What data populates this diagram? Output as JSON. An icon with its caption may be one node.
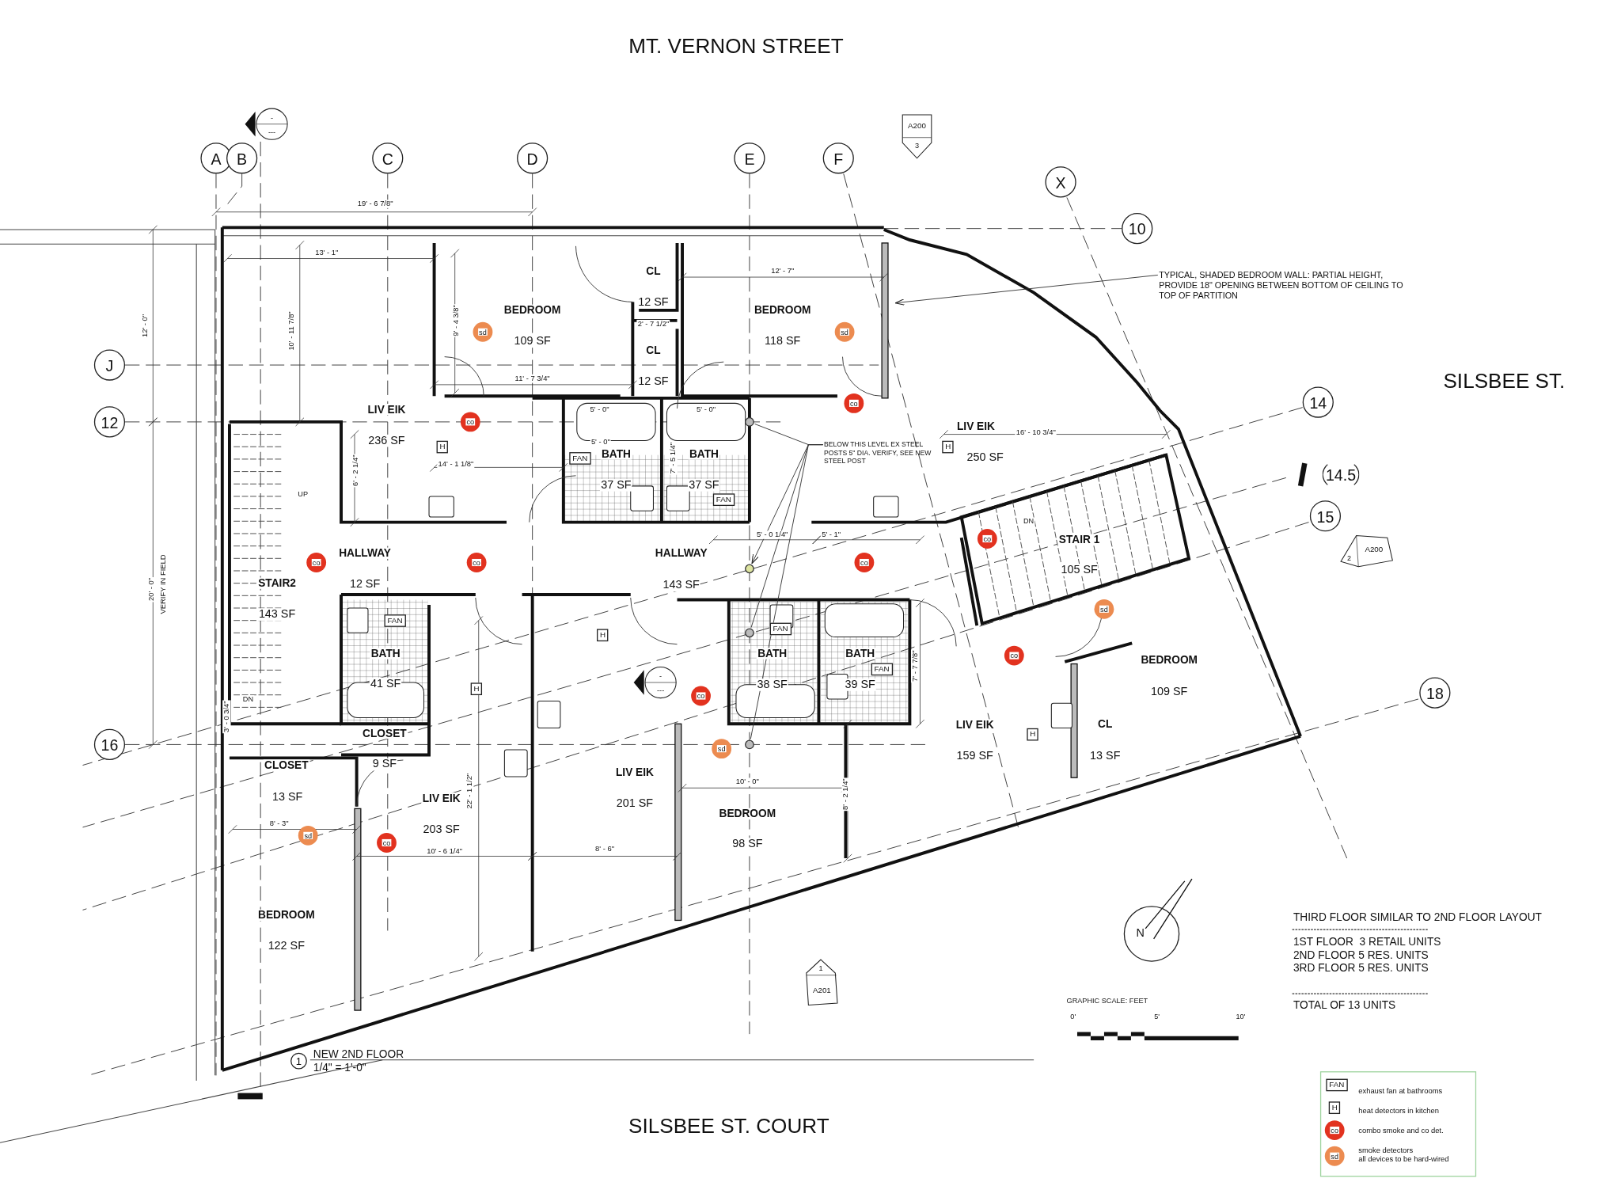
{
  "diagram": {
    "nodes": [
      {
        "text": [
          "-",
          "---"
        ]
      },
      {
        "text": [
          "A200",
          "3"
        ]
      },
      {
        "text": [
          "A"
        ]
      },
      {
        "text": [
          "B"
        ]
      },
      {
        "text": [
          "C"
        ]
      },
      {
        "text": [
          "D"
        ]
      },
      {
        "text": [
          "E"
        ]
      },
      {
        "text": [
          "F"
        ]
      },
      {
        "text": [
          "X"
        ]
      },
      {
        "text": [
          "10"
        ]
      },
      {
        "text": [
          "TYPICAL, SHADED BEDROOM WALL: PARTIAL HEIGHT, PROVIDE 18\" OPENING BETWEEN BOTTOM OF CEILING TO TOP OF PARTITION"
        ]
      },
      {
        "text": [
          "J"
        ]
      },
      {
        "text": [
          "sd"
        ]
      },
      {
        "text": [
          "sd"
        ]
      },
      {
        "text": [
          "co"
        ]
      },
      {
        "text": [
          "14"
        ]
      },
      {
        "text": [
          "12"
        ]
      },
      {
        "text": [
          "co"
        ]
      },
      {
        "text": [
          "H"
        ]
      },
      {
        "text": [
          "FAN"
        ]
      },
      {
        "text": [
          "BELOW THIS LEVEL EX STEEL POSTS 5\" DIA. VERIFY, SEE NEW STEEL POST"
        ]
      },
      {
        "text": [
          "H"
        ]
      },
      {
        "text": [
          "14.5"
        ]
      },
      {
        "text": [
          "FAN"
        ]
      },
      {
        "text": [
          "15"
        ]
      },
      {
        "text": [
          "co"
        ]
      },
      {
        "text": [
          "A200",
          "2"
        ]
      },
      {
        "text": [
          "co"
        ]
      },
      {
        "text": [
          "co"
        ]
      },
      {
        "text": [
          "co"
        ]
      },
      {
        "text": [
          "sd"
        ]
      },
      {
        "text": [
          "FAN"
        ]
      },
      {
        "text": [
          "FAN"
        ]
      },
      {
        "text": [
          "H"
        ]
      },
      {
        "text": [
          "co"
        ]
      },
      {
        "text": [
          "FAN"
        ]
      },
      {
        "text": [
          "-",
          "---"
        ]
      },
      {
        "text": [
          "H"
        ]
      },
      {
        "text": [
          "18"
        ]
      },
      {
        "text": [
          "co"
        ]
      },
      {
        "text": [
          "H"
        ]
      },
      {
        "text": [
          "16"
        ]
      },
      {
        "text": [
          "sd"
        ]
      },
      {
        "text": [
          "sd"
        ]
      },
      {
        "text": [
          "co"
        ]
      },
      {
        "text": [
          "N"
        ]
      },
      {
        "text": [
          "1",
          "A201"
        ]
      },
      {
        "text": [
          "1"
        ],
        "beside": [
          "NEW 2ND FLOOR",
          "1/4\" = 1'-0\""
        ]
      },
      {
        "text": [
          "FAN"
        ]
      },
      {
        "text": [
          "H"
        ]
      },
      {
        "text": [
          "co"
        ]
      },
      {
        "text": [
          "sd"
        ]
      },
      {
        "text": [],
        "shape": "circle"
      },
      {
        "text": [],
        "shape": "circle"
      },
      {
        "text": [],
        "shape": "circle"
      },
      {
        "text": [],
        "shape": "circle"
      }
    ],
    "edges": [
      {
        "from": 10,
        "to": null,
        "arrow": "to"
      },
      {
        "from": 20,
        "to": 52,
        "arrow": "none"
      },
      {
        "from": 20,
        "to": 53,
        "arrow": "to"
      },
      {
        "from": 20,
        "to": 54,
        "arrow": "none"
      },
      {
        "from": 20,
        "to": 55,
        "arrow": "none"
      }
    ],
    "labels": [
      "MT. VERNON STREET",
      "19' - 6 7/8\"",
      "13' - 1\"",
      "CL",
      "12' - 7\"",
      "12 SF",
      "BEDROOM",
      "BEDROOM",
      "2' - 7 1/2\"",
      "12' - 0\"",
      "10' - 11 7/8\"",
      "9' - 4 3/8\"",
      "109 SF",
      "118 SF",
      "CL",
      "11' - 7 3/4\"",
      "12 SF",
      "SILSBEE ST.",
      "LIV EIK",
      "5' - 0\"",
      "5' - 0\"",
      "LIV EIK",
      "16' - 10 3/4\"",
      "236 SF",
      "5' - 0\"",
      "BATH",
      "BATH",
      "7' - 5 1/4\"",
      "250 SF",
      "14' - 1 1/8\"",
      "6' - 2 1/4\"",
      "37 SF",
      "37 SF",
      "UP",
      "DN",
      "5' - 0 1/4\"",
      "5' - 1\"",
      "STAIR 1",
      "HALLWAY",
      "HALLWAY",
      "105 SF",
      "STAIR2",
      "12 SF",
      "143 SF",
      "20' - 0\"",
      "VERIFY IN FIELD",
      "143 SF",
      "BATH",
      "BATH",
      "BATH",
      "BEDROOM",
      "7' - 7 7/8\"",
      "41 SF",
      "38 SF",
      "39 SF",
      "109 SF",
      "DN",
      "3' - 0 3/4\"",
      "LIV EIK",
      "CL",
      "CLOSET",
      "159 SF",
      "13 SF",
      "CLOSET",
      "9 SF",
      "LIV EIK",
      "10' - 0\"",
      "22' - 1 1/2\"",
      "8' - 2 1/4\"",
      "13 SF",
      "LIV EIK",
      "201 SF",
      "BEDROOM",
      "8' - 3\"",
      "203 SF",
      "98 SF",
      "10' - 6 1/4\"",
      "8' - 6\"",
      "BEDROOM",
      "122 SF",
      "THIRD FLOOR SIMILAR TO 2ND FLOOR LAYOUT",
      "1ST FLOOR  3 RETAIL UNITS",
      "2ND FLOOR 5 RES. UNITS",
      "3RD FLOOR 5 RES. UNITS",
      "TOTAL OF 13 UNITS",
      "GRAPHIC SCALE: FEET",
      "0'",
      "5'",
      "10'",
      "SILSBEE ST. COURT"
    ],
    "legend": [
      {
        "text": "exhaust fan at bathrooms"
      },
      {
        "text": "heat detectors in kitchen"
      },
      {
        "text": "combo smoke and co det."
      },
      {
        "text": "smoke detectors"
      },
      {
        "text": "all devices to be hard-wired"
      }
    ]
  }
}
